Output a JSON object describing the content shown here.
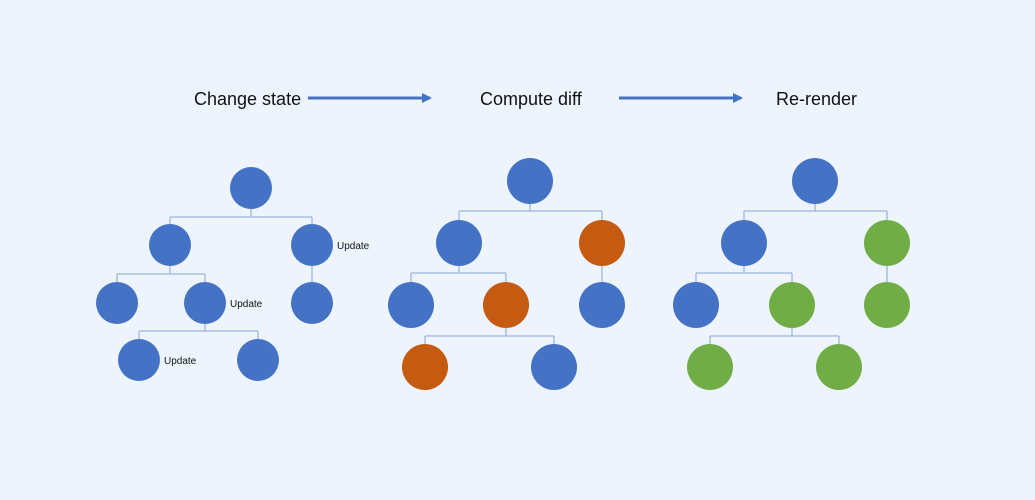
{
  "steps": {
    "change_state": "Change state",
    "compute_diff": "Compute diff",
    "re_render": "Re-render"
  },
  "annotations": {
    "update_label": "Update"
  },
  "colors": {
    "background": "#EEF4FD",
    "unchanged_node": "#4472C4",
    "changed_node": "#C55A11",
    "rerendered_node": "#70AD47",
    "connector": "#9DB5DB",
    "arrow": "#4472C4"
  },
  "trees": [
    {
      "stage": "change-state",
      "nodes": [
        {
          "id": "root",
          "state": "unchanged",
          "update": false
        },
        {
          "id": "left",
          "state": "unchanged",
          "update": false
        },
        {
          "id": "right",
          "state": "unchanged",
          "update": true
        },
        {
          "id": "left-left",
          "state": "unchanged",
          "update": false
        },
        {
          "id": "left-right",
          "state": "unchanged",
          "update": true
        },
        {
          "id": "right-child",
          "state": "unchanged",
          "update": false
        },
        {
          "id": "left-right-left",
          "state": "unchanged",
          "update": true
        },
        {
          "id": "left-right-right",
          "state": "unchanged",
          "update": false
        }
      ]
    },
    {
      "stage": "compute-diff",
      "nodes": [
        {
          "id": "root",
          "state": "unchanged",
          "update": false
        },
        {
          "id": "left",
          "state": "unchanged",
          "update": false
        },
        {
          "id": "right",
          "state": "changed",
          "update": false
        },
        {
          "id": "left-left",
          "state": "unchanged",
          "update": false
        },
        {
          "id": "left-right",
          "state": "changed",
          "update": false
        },
        {
          "id": "right-child",
          "state": "unchanged",
          "update": false
        },
        {
          "id": "left-right-left",
          "state": "changed",
          "update": false
        },
        {
          "id": "left-right-right",
          "state": "unchanged",
          "update": false
        }
      ]
    },
    {
      "stage": "re-render",
      "nodes": [
        {
          "id": "root",
          "state": "unchanged",
          "update": false
        },
        {
          "id": "left",
          "state": "unchanged",
          "update": false
        },
        {
          "id": "right",
          "state": "rerendered",
          "update": false
        },
        {
          "id": "left-left",
          "state": "unchanged",
          "update": false
        },
        {
          "id": "left-right",
          "state": "rerendered",
          "update": false
        },
        {
          "id": "right-child",
          "state": "rerendered",
          "update": false
        },
        {
          "id": "left-right-left",
          "state": "rerendered",
          "update": false
        },
        {
          "id": "left-right-right",
          "state": "rerendered",
          "update": false
        }
      ]
    }
  ]
}
